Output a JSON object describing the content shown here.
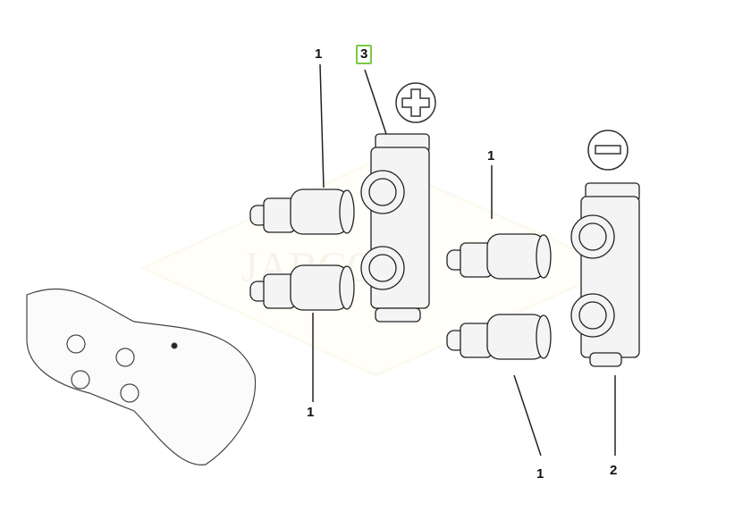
{
  "labels": {
    "a": "1",
    "b": "3",
    "c": "1",
    "d": "1",
    "e": "1",
    "f": "2"
  },
  "watermark": "JABCOR",
  "colors": {
    "highlight": "#7ac943",
    "line": "#222222",
    "fill": "#f4f4f4"
  }
}
